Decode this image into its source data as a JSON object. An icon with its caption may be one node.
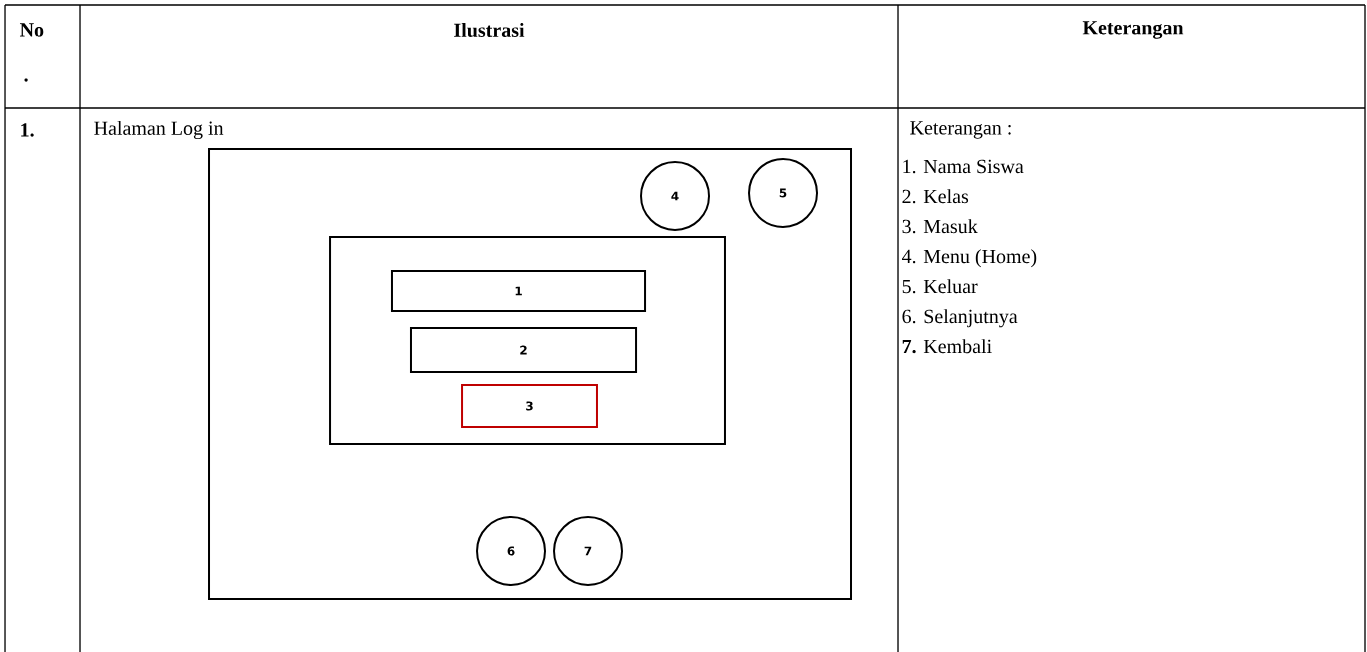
{
  "diagram": {
    "nodes": [
      {
        "text": [],
        "shape": "box"
      },
      {
        "text": [],
        "shape": "box",
        "in": 0
      },
      {
        "text": [
          "1"
        ],
        "in": 1
      },
      {
        "text": [
          "2"
        ],
        "in": 1
      },
      {
        "text": [
          "3"
        ],
        "in": 1
      },
      {
        "text": [
          "4"
        ],
        "in": 0
      },
      {
        "text": [
          "5"
        ],
        "in": 0
      },
      {
        "text": [
          "6"
        ],
        "in": 0
      },
      {
        "text": [
          "7"
        ],
        "in": 0
      }
    ],
    "edges": [],
    "labels": [
      "No",
      ".",
      "Ilustrasi",
      "Keterangan",
      "1.",
      "Halaman Log in",
      "Keterangan :",
      "1.  Nama Siswa",
      "2.  Kelas",
      "3.  Masuk",
      "4.  Menu (Home)",
      "5.  Keluar",
      "6.  Selanjutnya",
      "**7.**  Kembali"
    ]
  }
}
